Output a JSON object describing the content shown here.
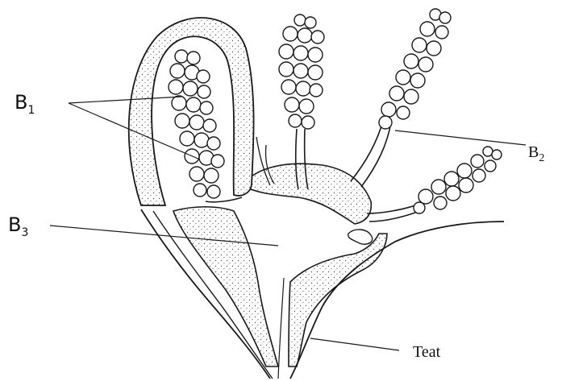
{
  "labels": {
    "b1_main": "B",
    "b1_sub": "1",
    "b2_main": "B",
    "b2_sub": "2",
    "b3_main": "B",
    "b3_sub": "3",
    "teat": "Teat"
  },
  "colors": {
    "ink": "#1a1a1a",
    "stipple": "#6b6b6b",
    "background": "#ffffff"
  }
}
